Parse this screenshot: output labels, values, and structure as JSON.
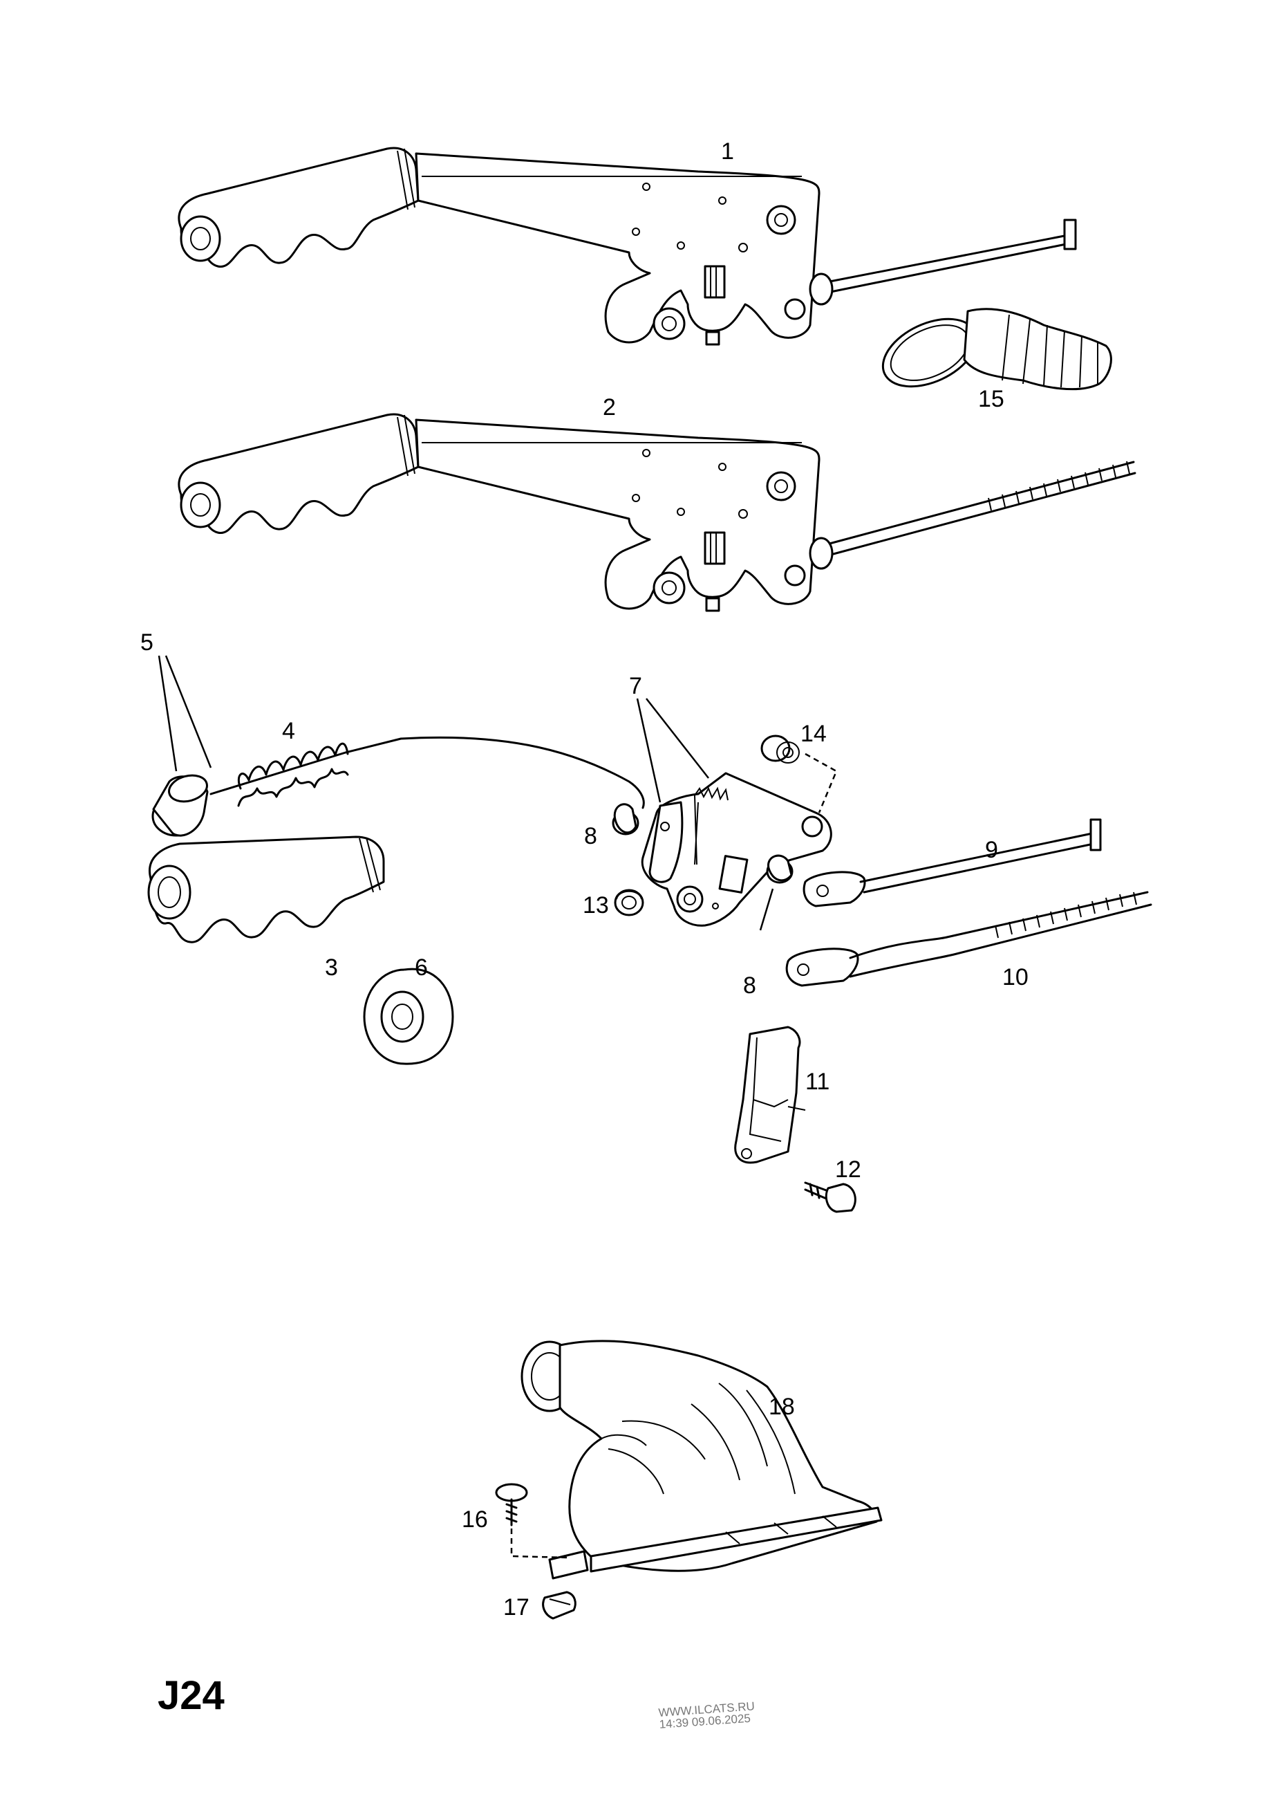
{
  "diagram": {
    "code": "J24",
    "watermark": {
      "line1": "WWW.ILCATS.RU",
      "line2": "14:39 09.06.2025"
    },
    "callouts": [
      "1",
      "2",
      "3",
      "4",
      "5",
      "6",
      "7",
      "8",
      "8",
      "9",
      "10",
      "11",
      "12",
      "13",
      "14",
      "15",
      "16",
      "17",
      "18"
    ]
  }
}
